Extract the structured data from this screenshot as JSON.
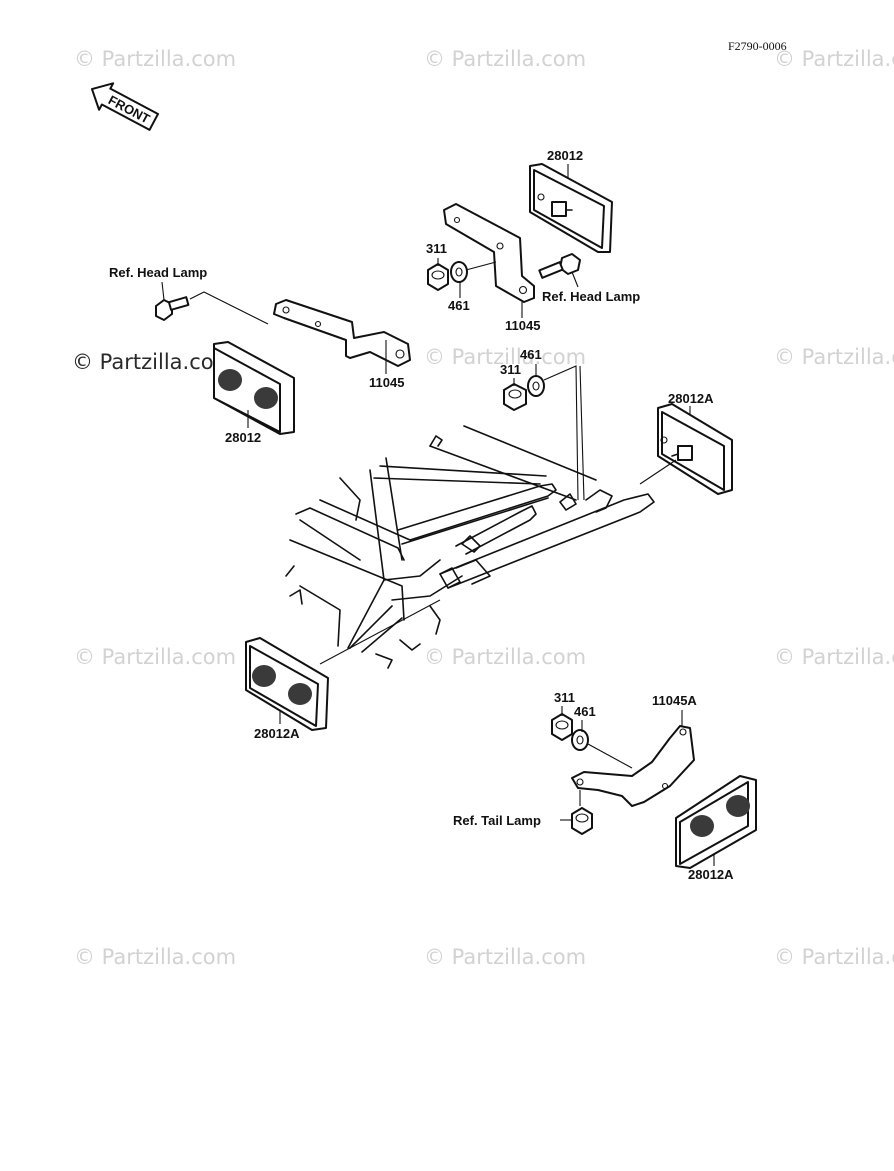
{
  "figure_code": "F2790-0006",
  "front_label": "FRONT",
  "watermark_text": "© Partzilla.com",
  "watermark_main": "© Partzilla.com",
  "callouts": {
    "reflector_front_top": "28012",
    "reflector_front_left": "28012",
    "reflector_rear_right": "28012A",
    "reflector_rear_left": "28012A",
    "reflector_rear_bracket": "28012A",
    "bracket_left": "11045",
    "bracket_top": "11045",
    "bracket_rear": "11045A",
    "nut_a": "311",
    "nut_b": "311",
    "nut_c": "311",
    "washer_a": "461",
    "washer_b": "461",
    "washer_c": "461",
    "ref_head_lamp_left": "Ref. Head Lamp",
    "ref_head_lamp_right": "Ref. Head Lamp",
    "ref_tail_lamp": "Ref. Tail Lamp"
  }
}
